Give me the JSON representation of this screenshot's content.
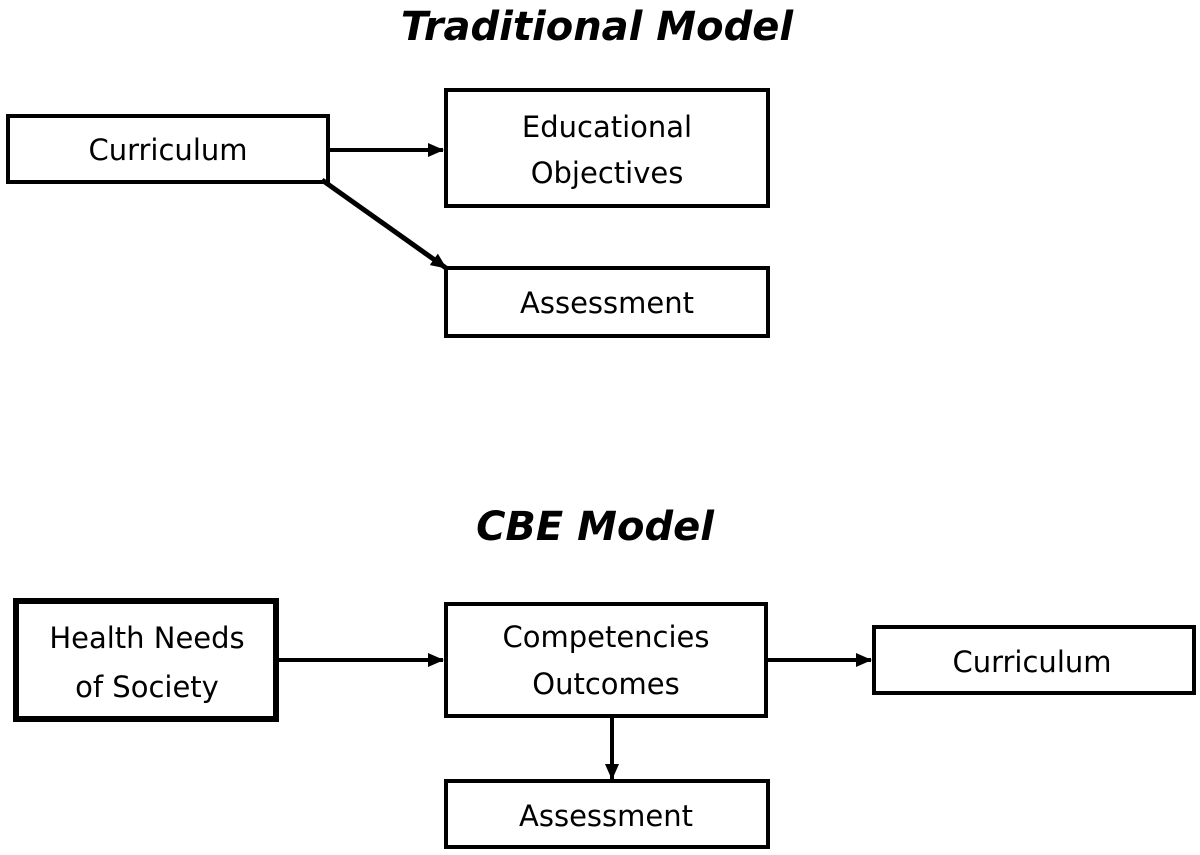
{
  "traditional": {
    "title": "Traditional Model",
    "nodes": {
      "curriculum": "Curriculum",
      "objectives_line1": "Educational",
      "objectives_line2": "Objectives",
      "assessment": "Assessment"
    }
  },
  "cbe": {
    "title": "CBE Model",
    "nodes": {
      "health_line1": "Health Needs",
      "health_line2": "of Society",
      "competencies_line1": "Competencies",
      "competencies_line2": "Outcomes",
      "curriculum": "Curriculum",
      "assessment": "Assessment"
    }
  }
}
